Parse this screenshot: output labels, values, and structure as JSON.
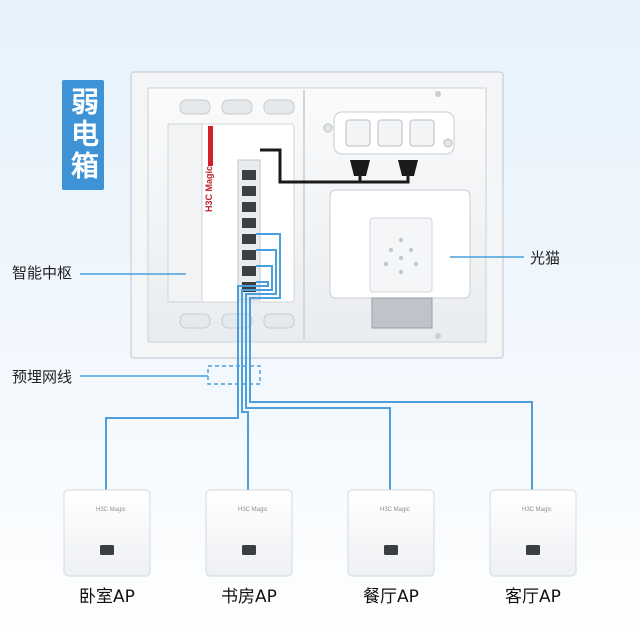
{
  "title": "弱电箱",
  "labels": {
    "hub": "智能中枢",
    "modem": "光猫",
    "cable": "预埋网线"
  },
  "brand": "H3C Magic",
  "access_points": [
    {
      "label": "卧室AP"
    },
    {
      "label": "书房AP"
    },
    {
      "label": "餐厅AP"
    },
    {
      "label": "客厅AP"
    }
  ],
  "colors": {
    "accent": "#3d93d6",
    "cable": "#4a9fdc",
    "power_cable": "#1a1a1a",
    "brand_red": "#d0202a"
  }
}
